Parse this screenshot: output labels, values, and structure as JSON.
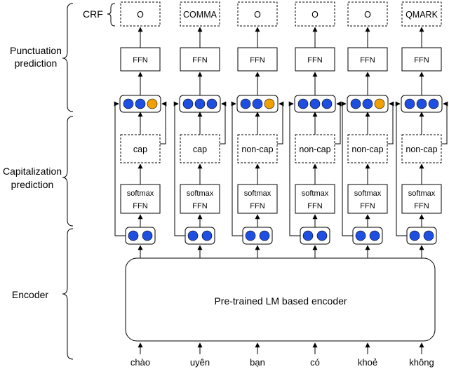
{
  "section_labels": {
    "crf": "CRF",
    "punctuation": [
      "Punctuation",
      "prediction"
    ],
    "capitalization": [
      "Capitalization",
      "prediction"
    ],
    "encoder": "Encoder"
  },
  "encoder_box_label": "Pre-trained LM based encoder",
  "ffn_label": "FFN",
  "softmax_label": "softmax",
  "colors": {
    "blue": "#1f4fe0",
    "orange": "#f0a000",
    "stroke": "#000000"
  },
  "tokens": [
    {
      "word": "chào",
      "cap": "cap",
      "punct": "O",
      "punct_dot": "orange"
    },
    {
      "word": "uyên",
      "cap": "cap",
      "punct": "COMMA",
      "punct_dot": "blue"
    },
    {
      "word": "bạn",
      "cap": "non-cap",
      "punct": "O",
      "punct_dot": "orange"
    },
    {
      "word": "có",
      "cap": "non-cap",
      "punct": "O",
      "punct_dot": "blue"
    },
    {
      "word": "khoẻ",
      "cap": "non-cap",
      "punct": "O",
      "punct_dot": "orange"
    },
    {
      "word": "không",
      "cap": "non-cap",
      "punct": "QMARK",
      "punct_dot": "blue"
    }
  ]
}
